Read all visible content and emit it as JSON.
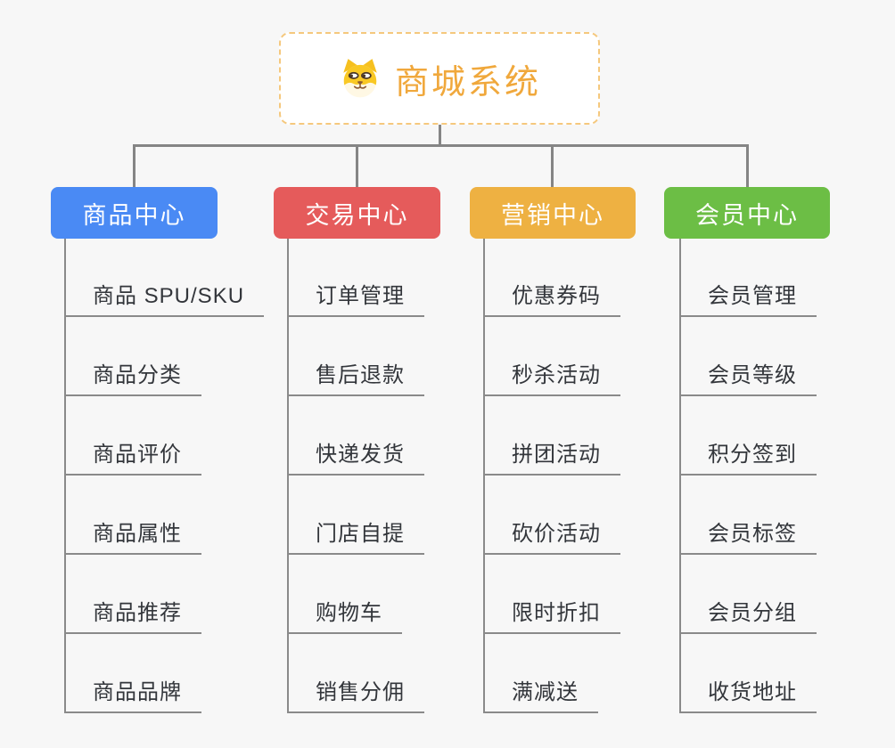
{
  "page": {
    "background_color": "#f7f7f7",
    "connector_color": "#858585"
  },
  "root": {
    "title": "商城系统",
    "icon": "shiba-dog-icon",
    "title_color": "#f0a83c",
    "border_color": "#f5c87d"
  },
  "branches": [
    {
      "label": "商品中心",
      "color": "#4a8af4",
      "items": [
        "商品 SPU/SKU",
        "商品分类",
        "商品评价",
        "商品属性",
        "商品推荐",
        "商品品牌"
      ]
    },
    {
      "label": "交易中心",
      "color": "#e55b5b",
      "items": [
        "订单管理",
        "售后退款",
        "快递发货",
        "门店自提",
        "购物车",
        "销售分佣"
      ]
    },
    {
      "label": "营销中心",
      "color": "#eeb142",
      "items": [
        "优惠券码",
        "秒杀活动",
        "拼团活动",
        "砍价活动",
        "限时折扣",
        "满减送"
      ]
    },
    {
      "label": "会员中心",
      "color": "#6cbe45",
      "items": [
        "会员管理",
        "会员等级",
        "积分签到",
        "会员标签",
        "会员分组",
        "收货地址"
      ]
    }
  ]
}
